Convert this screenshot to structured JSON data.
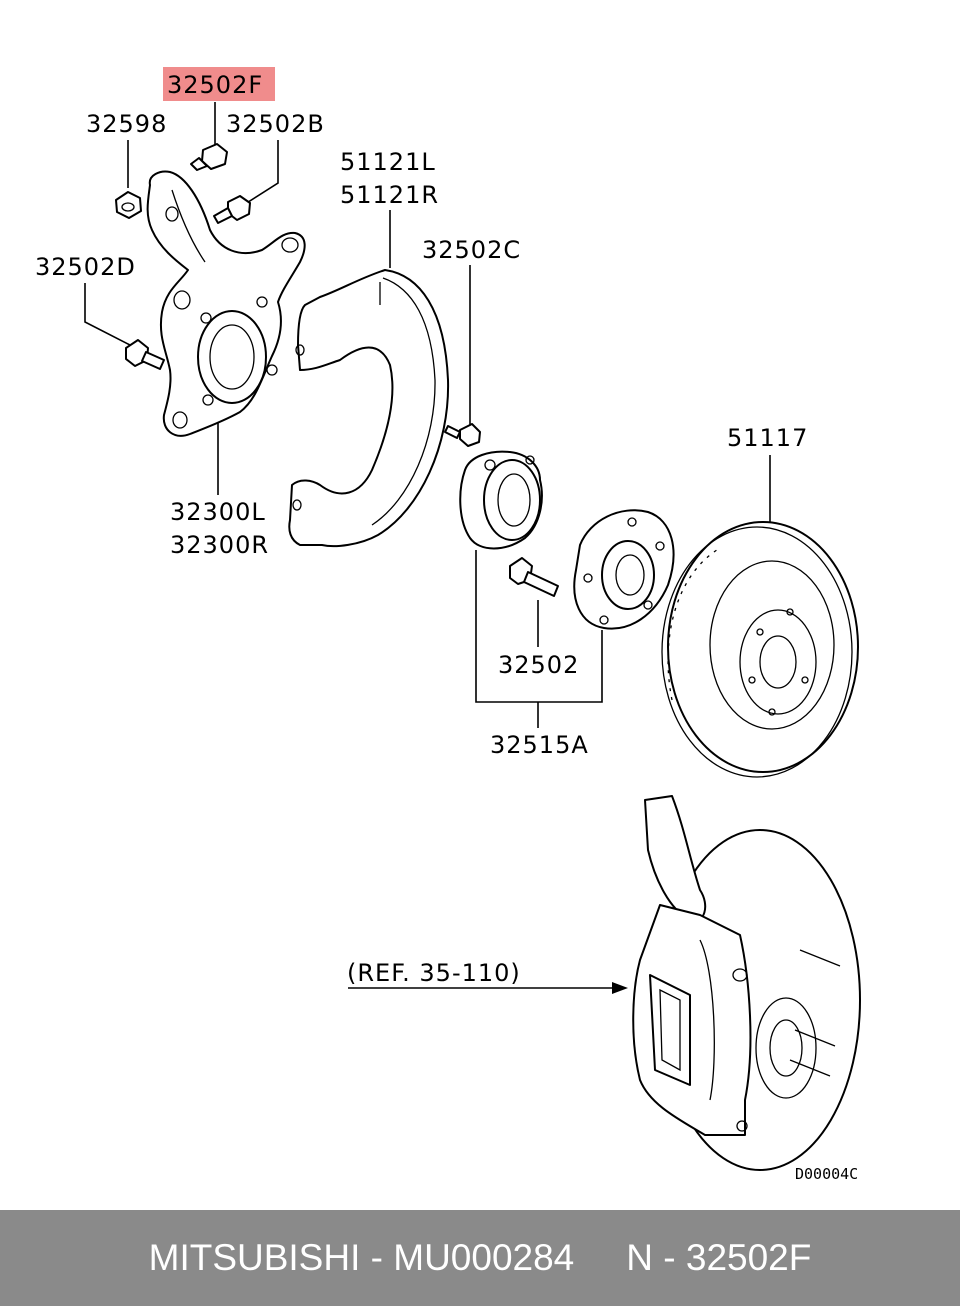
{
  "highlight_color": "#f08c8c",
  "callouts": {
    "p32502F": "32502F",
    "p32598": "32598",
    "p32502B": "32502B",
    "p51121L": "51121L",
    "p51121R": "51121R",
    "p32502C": "32502C",
    "p32502D": "32502D",
    "p51117": "51117",
    "p32300L": "32300L",
    "p32300R": "32300R",
    "p32502": "32502",
    "p32515A": "32515A",
    "ref": "(REF. 35-110)",
    "code": "D00004C"
  },
  "footer": {
    "brand_part": "MITSUBISHI - MU000284",
    "ref_part": "N - 32502F",
    "background": "#8a8a8a"
  }
}
